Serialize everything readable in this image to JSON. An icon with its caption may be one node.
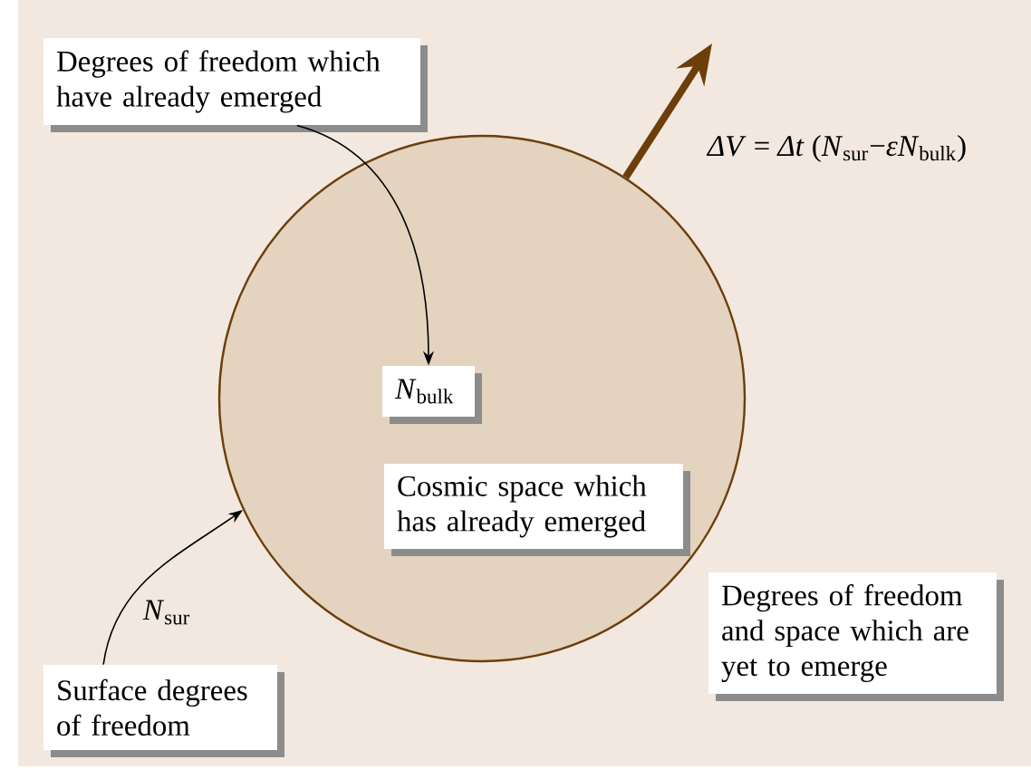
{
  "diagram": {
    "nodes": [
      {
        "text": [
          "Degrees of freedom which have already emerged"
        ]
      },
      {
        "text": [],
        "shape": "circle"
      },
      {
        "text": [
          "*N*$_{bulk}$"
        ],
        "in": 1
      },
      {
        "text": [
          "Cosmic space which has already emerged"
        ],
        "in": 1
      },
      {
        "text": [
          "Degrees of freedom and space which are yet to emerge"
        ]
      },
      {
        "text": [
          "Surface degrees of freedom"
        ]
      }
    ],
    "edges": [
      {
        "from": 0,
        "to": 2,
        "arrow": "to"
      },
      {
        "from": 5,
        "to": 1,
        "arrow": "to",
        "label": "*N*$_{sur}$"
      },
      {
        "from": 1,
        "to": null,
        "arrow": "to",
        "style": "thick",
        "color": "#6b3e0a",
        "label": "*ΔV* = *Δt* (*N*$_{sur}$−*εN*$_{bulk}$)"
      }
    ]
  }
}
